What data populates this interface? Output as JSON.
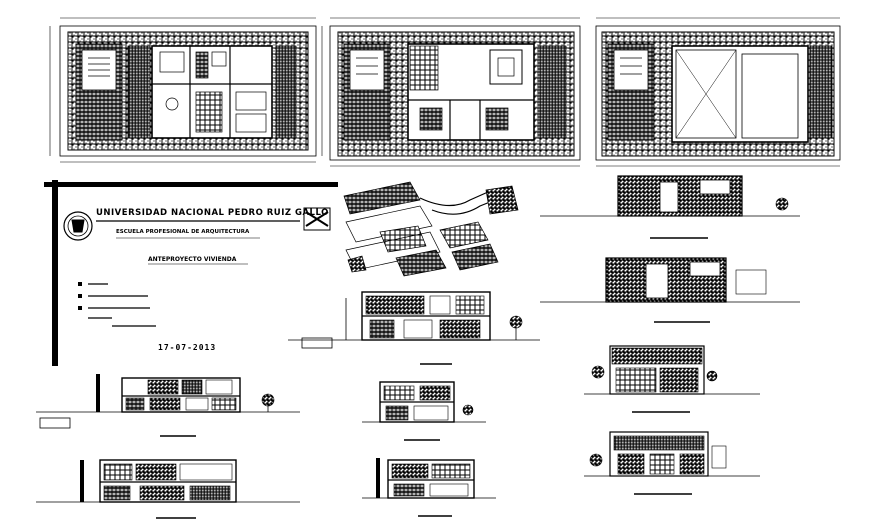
{
  "title_block": {
    "university": "UNIVERSIDAD NACIONAL PEDRO RUIZ GALLO",
    "school": "ESCUELA PROFESIONAL DE ARQUITECTURA",
    "project": "ANTEPROYECTO VIVIENDA",
    "date": "17-07-2013"
  },
  "drawings": {
    "plans": [
      "first-floor-plan",
      "second-floor-plan",
      "roof-plan"
    ],
    "site": "location-site-plan",
    "sections": [
      "section-a",
      "section-b",
      "section-c",
      "section-d",
      "section-e"
    ],
    "elevations": [
      "elevation-1",
      "elevation-2",
      "elevation-3",
      "elevation-4"
    ]
  },
  "colors": {
    "line": "#000000",
    "background": "#ffffff"
  }
}
